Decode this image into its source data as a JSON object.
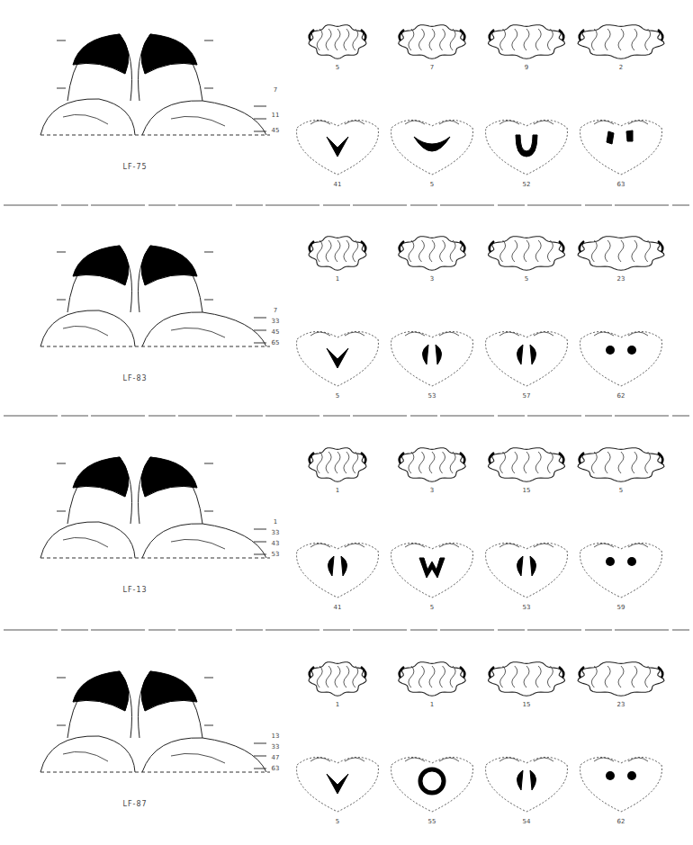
{
  "diagram": {
    "labels": [
      "LF-75",
      "7",
      "11",
      "45",
      "5",
      "7",
      "9",
      "2",
      "41",
      "5",
      "52",
      "63",
      "LF-83",
      "7",
      "33",
      "45",
      "65",
      "1",
      "3",
      "5",
      "23",
      "5",
      "53",
      "57",
      "62",
      "LF-13",
      "1",
      "33",
      "43",
      "53",
      "1",
      "3",
      "15",
      "5",
      "41",
      "5",
      "53",
      "59",
      "LF-87",
      "13",
      "33",
      "47",
      "63",
      "1",
      "1",
      "15",
      "23",
      "5",
      "55",
      "54",
      "62"
    ]
  }
}
